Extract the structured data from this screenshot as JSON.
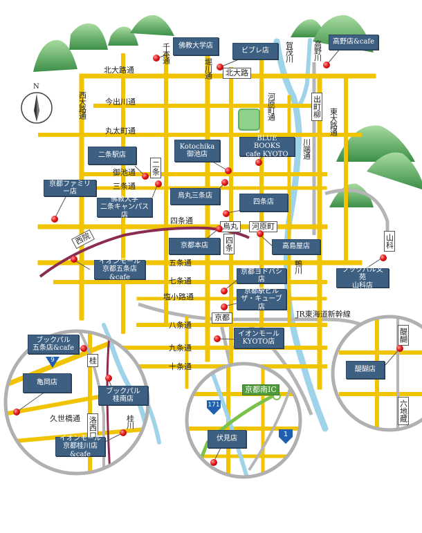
{
  "colors": {
    "road": "#f0c400",
    "road_edge": "#d9a800",
    "river": "#9fd3ea",
    "rail": "#b5b5b5",
    "jr": "#8c2b52",
    "store": "#3d5f82",
    "pin": "#e01818",
    "expressway": "#7cc14a",
    "mountain": "#5fae62"
  },
  "compass": {
    "north": "N"
  },
  "roads": {
    "kitaoji": "北大路通",
    "imadegawa": "今出川通",
    "marutamachi": "丸太町通",
    "oike": "御池通",
    "sanjo": "三条通",
    "shijo": "四条通",
    "gojo": "五条通",
    "shichijo": "七条通",
    "shiokoji": "塩小路通",
    "hachijo": "八条通",
    "kujo": "九条通",
    "jujo": "十条通",
    "kuzebashi": "久世橋通",
    "nishioji": "西大路通",
    "senbon": "千本通",
    "horikawa": "堀川通",
    "kawaramachi": "河原町通",
    "kawabata": "川端通",
    "higashioji": "東大路通"
  },
  "rivers": {
    "kamogawa_upper": "賀茂川",
    "takano": "高野川",
    "kamogawa": "鴨川",
    "katsura": "桂川"
  },
  "stations": {
    "kitaoji": "北大路",
    "demachiyanagi": "出町柳",
    "nijo": "二条",
    "karasuma": "烏丸",
    "kawaramachi": "河原町",
    "shijo": "四条",
    "saiin": "西院",
    "kyoto": "京都",
    "yamashina": "山科",
    "katsura": "桂",
    "rakusaiguchi": "洛西口",
    "daigo": "醍醐",
    "rokujizo": "六地蔵"
  },
  "railway": {
    "shinkansen": "JR東海道新幹線"
  },
  "expressway": {
    "ic": "京都南IC",
    "route_171": "171",
    "route_1": "1",
    "route_9": "9"
  },
  "stores": {
    "bukkyo_univ": "佛教大学店",
    "bibre": "ビブレ店",
    "takano": "高野店&cafe",
    "kotochika": "Kotochika\n御池店",
    "bluebooks": "BLUE BOOKS\ncafe KYOTO",
    "nijoeki": "二条駅店",
    "family": "京都ファミリー店",
    "bukkyo_nijo": "佛教大学\n二条キャンパス店",
    "karasuma_sanjo": "烏丸三条店",
    "shijo": "四条店",
    "kyoto_honten": "京都本店",
    "takashimaya": "高島屋店",
    "aeon_gojo": "イオンモール\n京都五条店&cafe",
    "yodobashi": "京都ヨドバシ店",
    "porta": "京都駅ビル\nザ・キューブ店",
    "aeon_kyoto": "イオンモール\nKYOTO店",
    "yamashina": "ブックパル文苑\n山科店",
    "bookpal_gojo": "ブックパル\n五条店&cafe",
    "kameoka": "亀岡店",
    "bookpal_katsura": "ブックパル\n桂南店",
    "aeon_katsuragawa": "イオンモール\n京都桂川店&cafe",
    "fushimi": "伏見店",
    "daigo": "醍醐店"
  }
}
